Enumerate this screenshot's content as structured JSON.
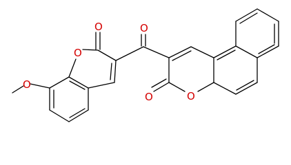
{
  "molecule": {
    "atoms": {
      "o_methoxy": "O",
      "o_ring_left": "O",
      "o_carbonyl_left": "O",
      "o_ketone": "O",
      "o_carbonyl_right": "O",
      "o_ring_right": "O"
    },
    "colors": {
      "bond": "#000000",
      "oxygen": "#d40000",
      "background": "#ffffff"
    }
  }
}
